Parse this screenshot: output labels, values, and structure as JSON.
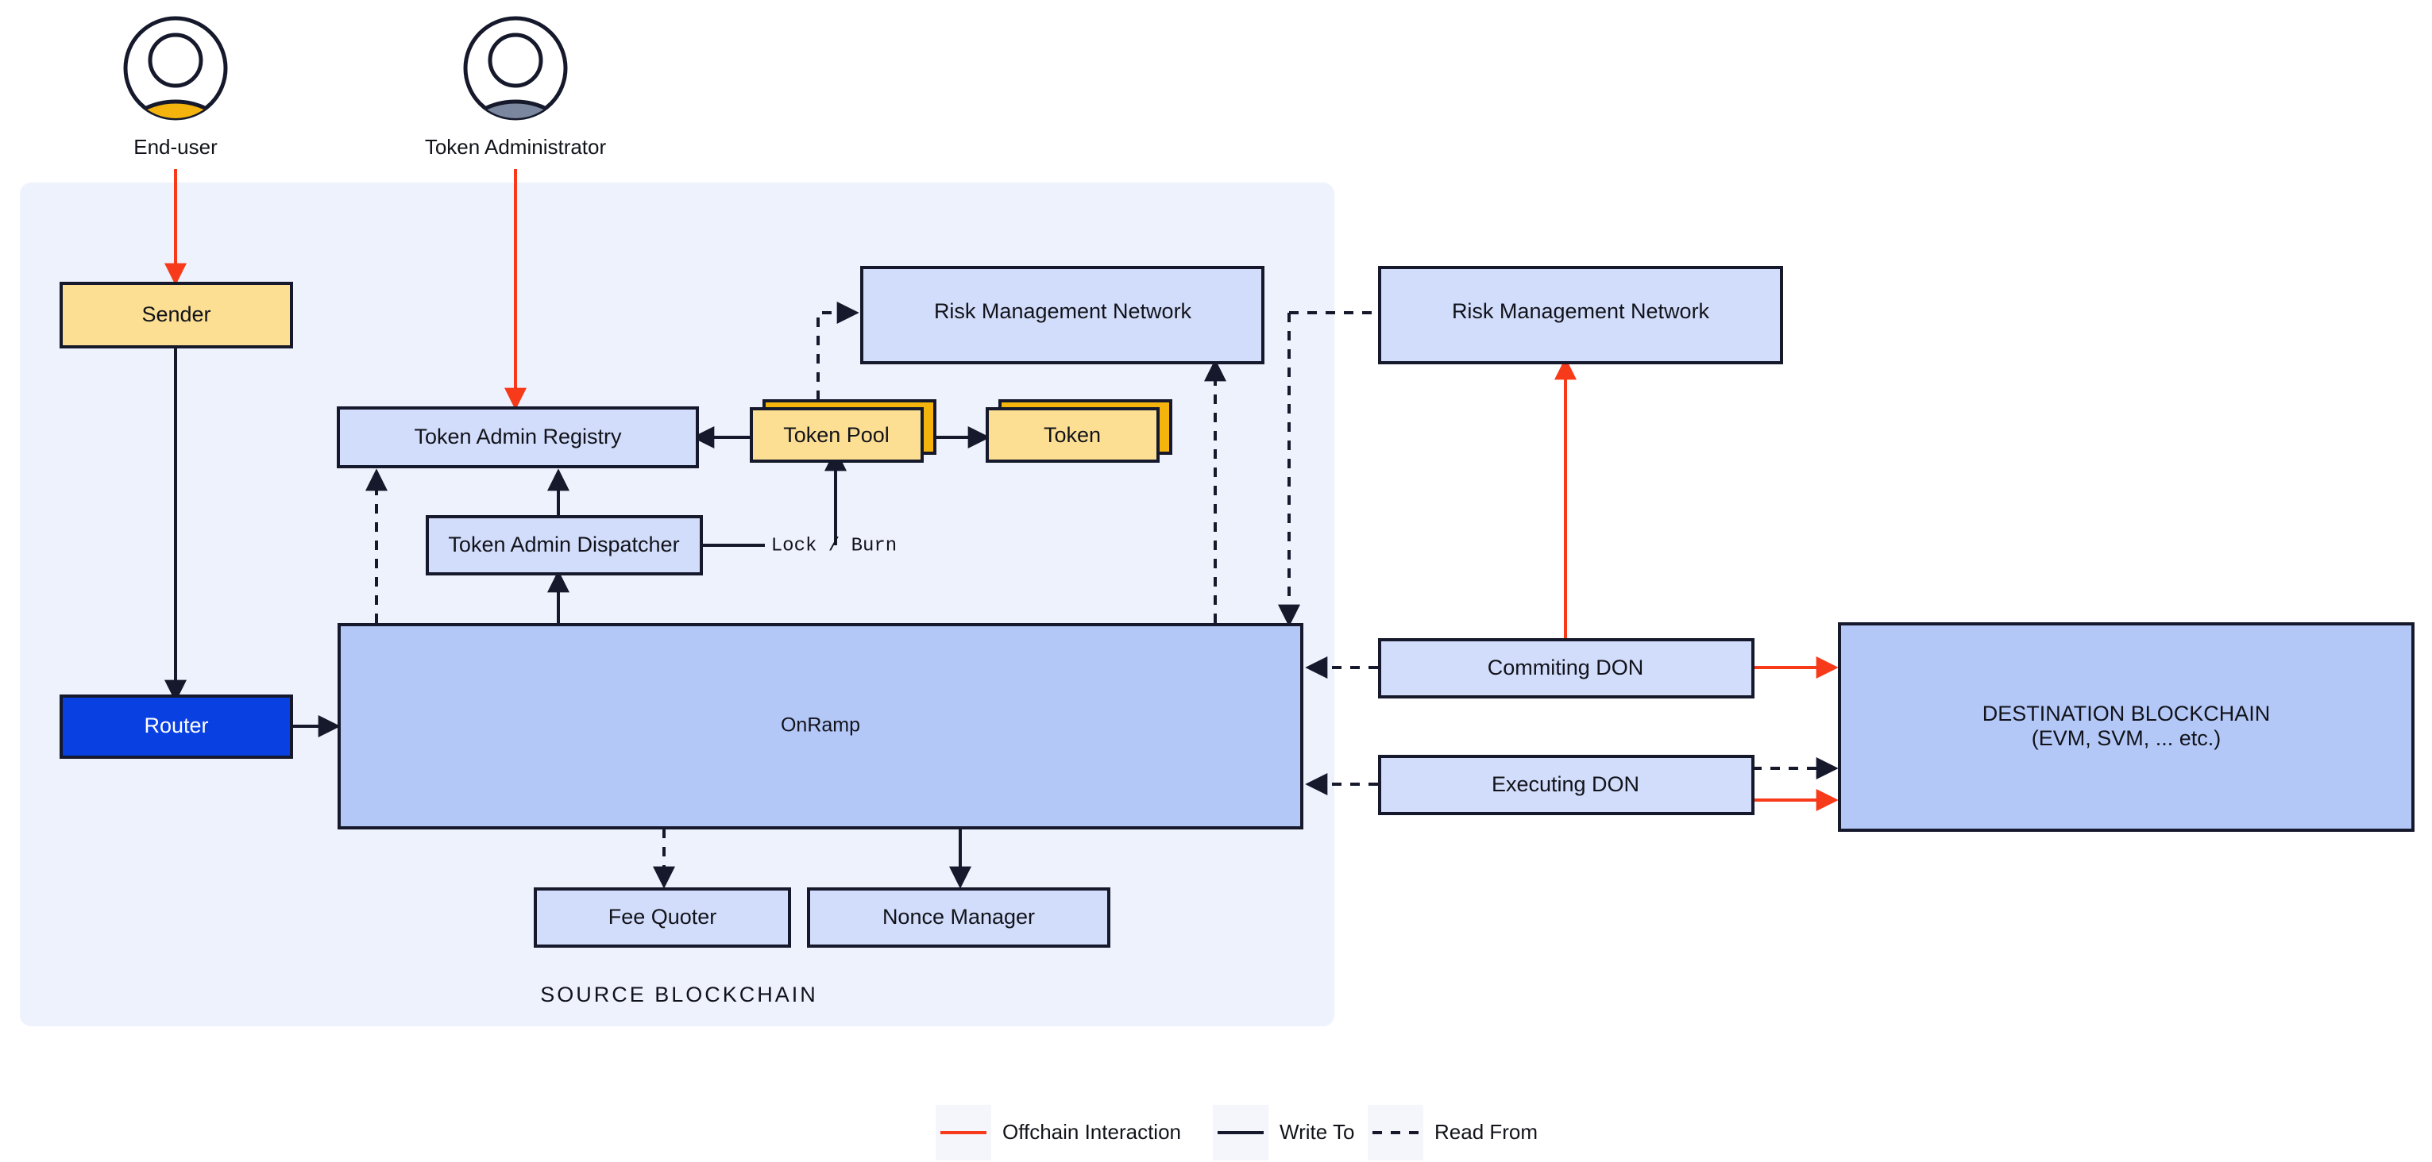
{
  "diagram": {
    "title_caption": "SOURCE BLOCKCHAIN",
    "colors": {
      "panel_bg": "#eef2fd",
      "box_blue_light": "#d2ddfb",
      "box_blue_mid": "#b4c8f8",
      "box_yellow": "#fcdf93",
      "box_yellow_shadow": "#f5b40d",
      "box_router_blue": "#0940e2",
      "stroke_dark": "#15192b",
      "offchain_red": "#f73a19",
      "avatar_user": "#f5b40d",
      "avatar_admin": "#7b879e",
      "legend_swatch_bg": "#f4f6fb"
    }
  },
  "actors": [
    {
      "id": "end-user",
      "label": "End-user",
      "avatar_color": "#f5b40d"
    },
    {
      "id": "token-administrator",
      "label": "Token Administrator",
      "avatar_color": "#7b879e"
    }
  ],
  "source_panel": {
    "caption": "SOURCE BLOCKCHAIN",
    "nodes": [
      {
        "id": "sender",
        "label": "Sender",
        "style": "yellow"
      },
      {
        "id": "router",
        "label": "Router",
        "style": "router"
      },
      {
        "id": "token-admin-registry",
        "label": "Token Admin Registry",
        "style": "blue-light"
      },
      {
        "id": "token-admin-dispatcher",
        "label": "Token Admin Dispatcher",
        "style": "blue-light"
      },
      {
        "id": "token-pool",
        "label": "Token Pool",
        "style": "yellow-stack"
      },
      {
        "id": "token",
        "label": "Token",
        "style": "yellow-stack"
      },
      {
        "id": "risk-management-network-source",
        "label": "Risk Management Network",
        "style": "blue-light"
      },
      {
        "id": "onramp",
        "label": "OnRamp",
        "style": "blue-mid"
      },
      {
        "id": "fee-quoter",
        "label": "Fee Quoter",
        "style": "blue-light"
      },
      {
        "id": "nonce-manager",
        "label": "Nonce Manager",
        "style": "blue-light"
      }
    ],
    "edge_label_lock_burn": "Lock / Burn"
  },
  "offchain": {
    "nodes": [
      {
        "id": "risk-management-network-offchain",
        "label": "Risk Management Network",
        "style": "blue-light"
      },
      {
        "id": "commiting-don",
        "label": "Commiting DON",
        "style": "blue-light"
      },
      {
        "id": "executing-don",
        "label": "Executing DON",
        "style": "blue-light"
      }
    ]
  },
  "destination": {
    "id": "destination-blockchain",
    "label_line1": "DESTINATION BLOCKCHAIN",
    "label_line2": "(EVM, SVM, ... etc.)",
    "style": "blue-mid"
  },
  "legend": {
    "items": [
      {
        "id": "offchain-interaction",
        "label": "Offchain Interaction",
        "line": "solid",
        "color": "#f73a19"
      },
      {
        "id": "write-to",
        "label": "Write To",
        "line": "solid",
        "color": "#15192b"
      },
      {
        "id": "read-from",
        "label": "Read From",
        "line": "dashed",
        "color": "#15192b"
      }
    ]
  }
}
